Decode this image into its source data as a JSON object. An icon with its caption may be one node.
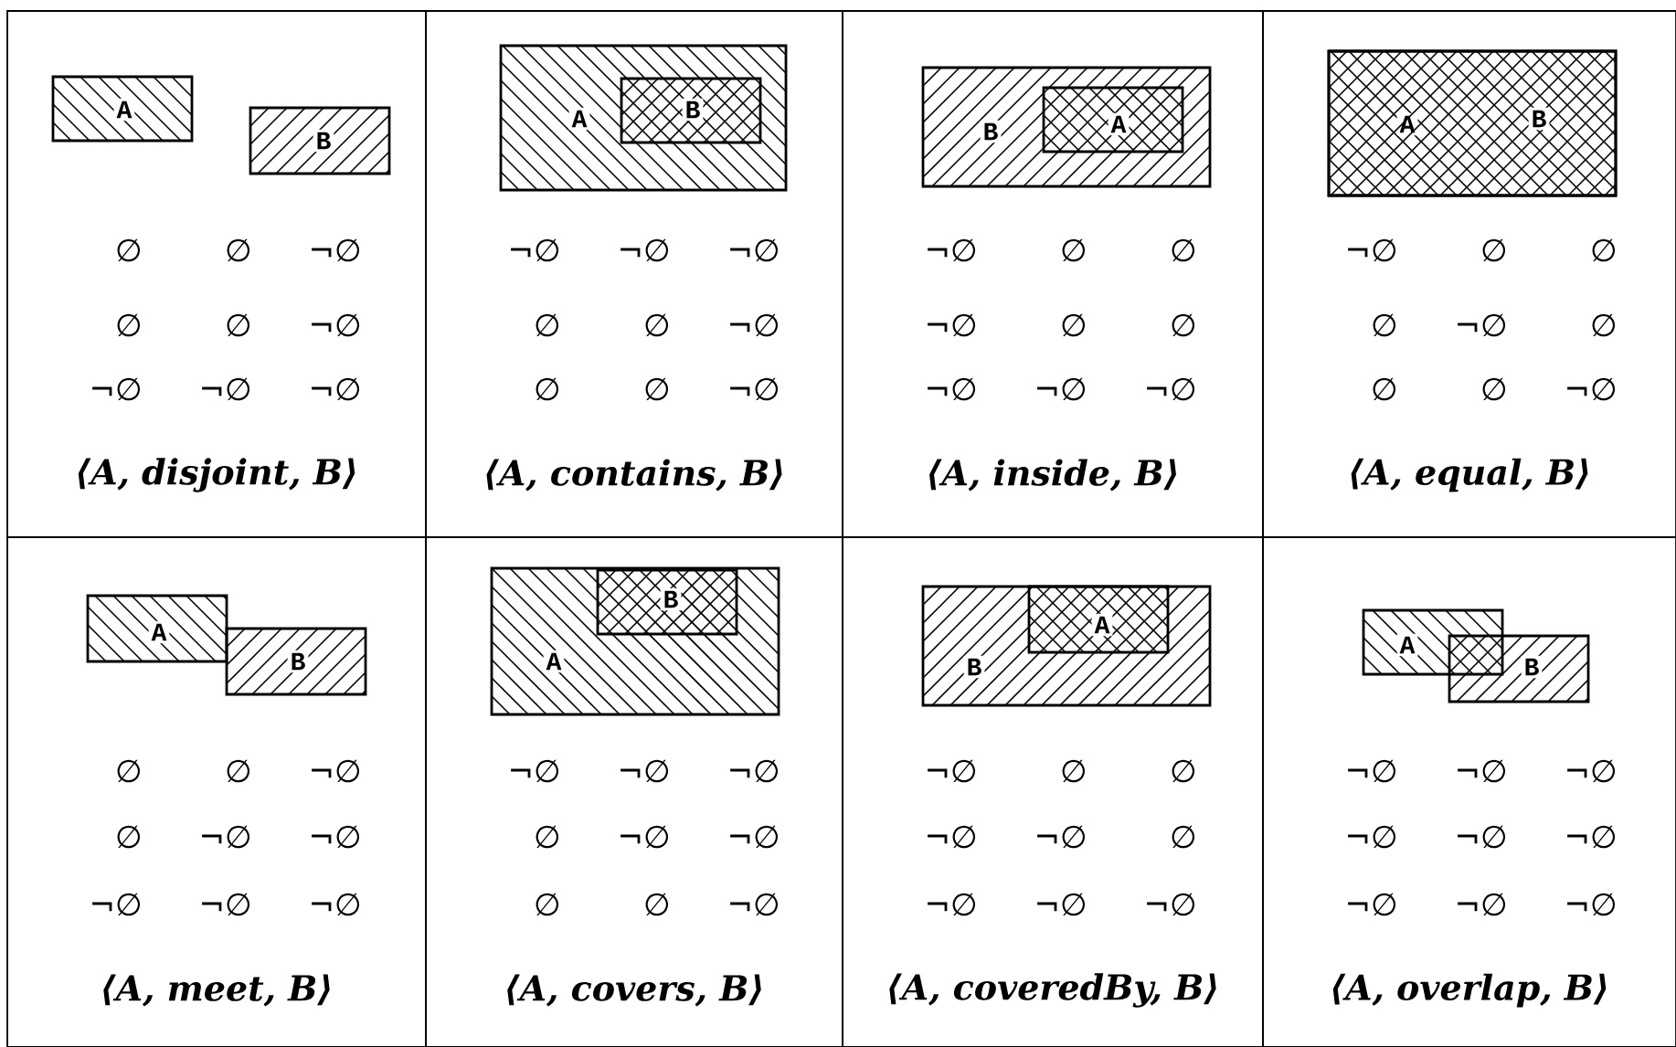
{
  "diagram": {
    "nodes": [
      {
        "text": [
          "∅",
          "∅",
          "¬∅",
          "∅",
          "∅",
          "¬∅",
          "¬∅",
          "¬∅",
          "¬∅",
          "⟨A, disjoint, B⟩"
        ]
      },
      {
        "text": [
          "A"
        ],
        "in": 0
      },
      {
        "text": [
          "B"
        ],
        "in": 0
      },
      {
        "text": [
          "¬∅",
          "¬∅",
          "¬∅",
          "∅",
          "∅",
          "¬∅",
          "∅",
          "∅",
          "¬∅",
          "⟨A, contains, B⟩"
        ]
      },
      {
        "text": [
          "A"
        ],
        "in": 3
      },
      {
        "text": [
          "B"
        ],
        "in": 4
      },
      {
        "text": [
          "¬∅",
          "∅",
          "∅",
          "¬∅",
          "∅",
          "∅",
          "¬∅",
          "¬∅",
          "¬∅",
          "⟨A, inside, B⟩"
        ]
      },
      {
        "text": [
          "B"
        ],
        "in": 6
      },
      {
        "text": [
          "A"
        ],
        "in": 7
      },
      {
        "text": [
          "¬∅",
          "∅",
          "∅",
          "∅",
          "¬∅",
          "∅",
          "∅",
          "∅",
          "¬∅",
          "⟨A, equal, B⟩"
        ]
      },
      {
        "text": [
          "A"
        ],
        "in": 9
      },
      {
        "text": [
          "B"
        ],
        "in": 9
      },
      {
        "text": [
          "∅",
          "∅",
          "¬∅",
          "∅",
          "¬∅",
          "¬∅",
          "¬∅",
          "¬∅",
          "¬∅",
          "⟨A, meet, B⟩"
        ]
      },
      {
        "text": [
          "A"
        ],
        "in": 12
      },
      {
        "text": [
          "B"
        ],
        "in": 12
      },
      {
        "text": [
          "¬∅",
          "¬∅",
          "¬∅",
          "∅",
          "¬∅",
          "¬∅",
          "∅",
          "∅",
          "¬∅",
          "⟨A, covers, B⟩"
        ]
      },
      {
        "text": [
          "A"
        ],
        "in": 15
      },
      {
        "text": [
          "B"
        ],
        "in": 16
      },
      {
        "text": [
          "¬∅",
          "∅",
          "∅",
          "¬∅",
          "¬∅",
          "∅",
          "¬∅",
          "¬∅",
          "¬∅",
          "⟨A, coveredBy, B⟩"
        ]
      },
      {
        "text": [
          "B"
        ],
        "in": 18
      },
      {
        "text": [
          "A"
        ],
        "in": 19
      },
      {
        "text": [
          "¬∅",
          "¬∅",
          "¬∅",
          "¬∅",
          "¬∅",
          "¬∅",
          "¬∅",
          "¬∅",
          "¬∅",
          "⟨A, overlap, B⟩"
        ]
      },
      {
        "text": [
          "A"
        ],
        "in": 21
      },
      {
        "text": [
          "B"
        ],
        "in": 21
      }
    ]
  }
}
